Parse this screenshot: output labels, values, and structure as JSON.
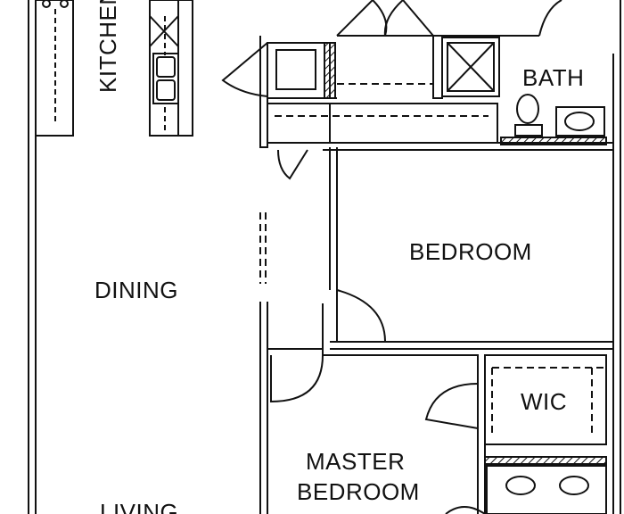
{
  "plan": {
    "colors": {
      "wall": "#111111",
      "background": "#ffffff",
      "hatch": "#111111"
    },
    "rooms": {
      "kitchen": "KITCHEN",
      "bath": "BATH",
      "bedroom": "BEDROOM",
      "dining": "DINING",
      "wic": "WIC",
      "master_line1": "MASTER",
      "master_line2": "BEDROOM",
      "living": "LIVING"
    }
  }
}
